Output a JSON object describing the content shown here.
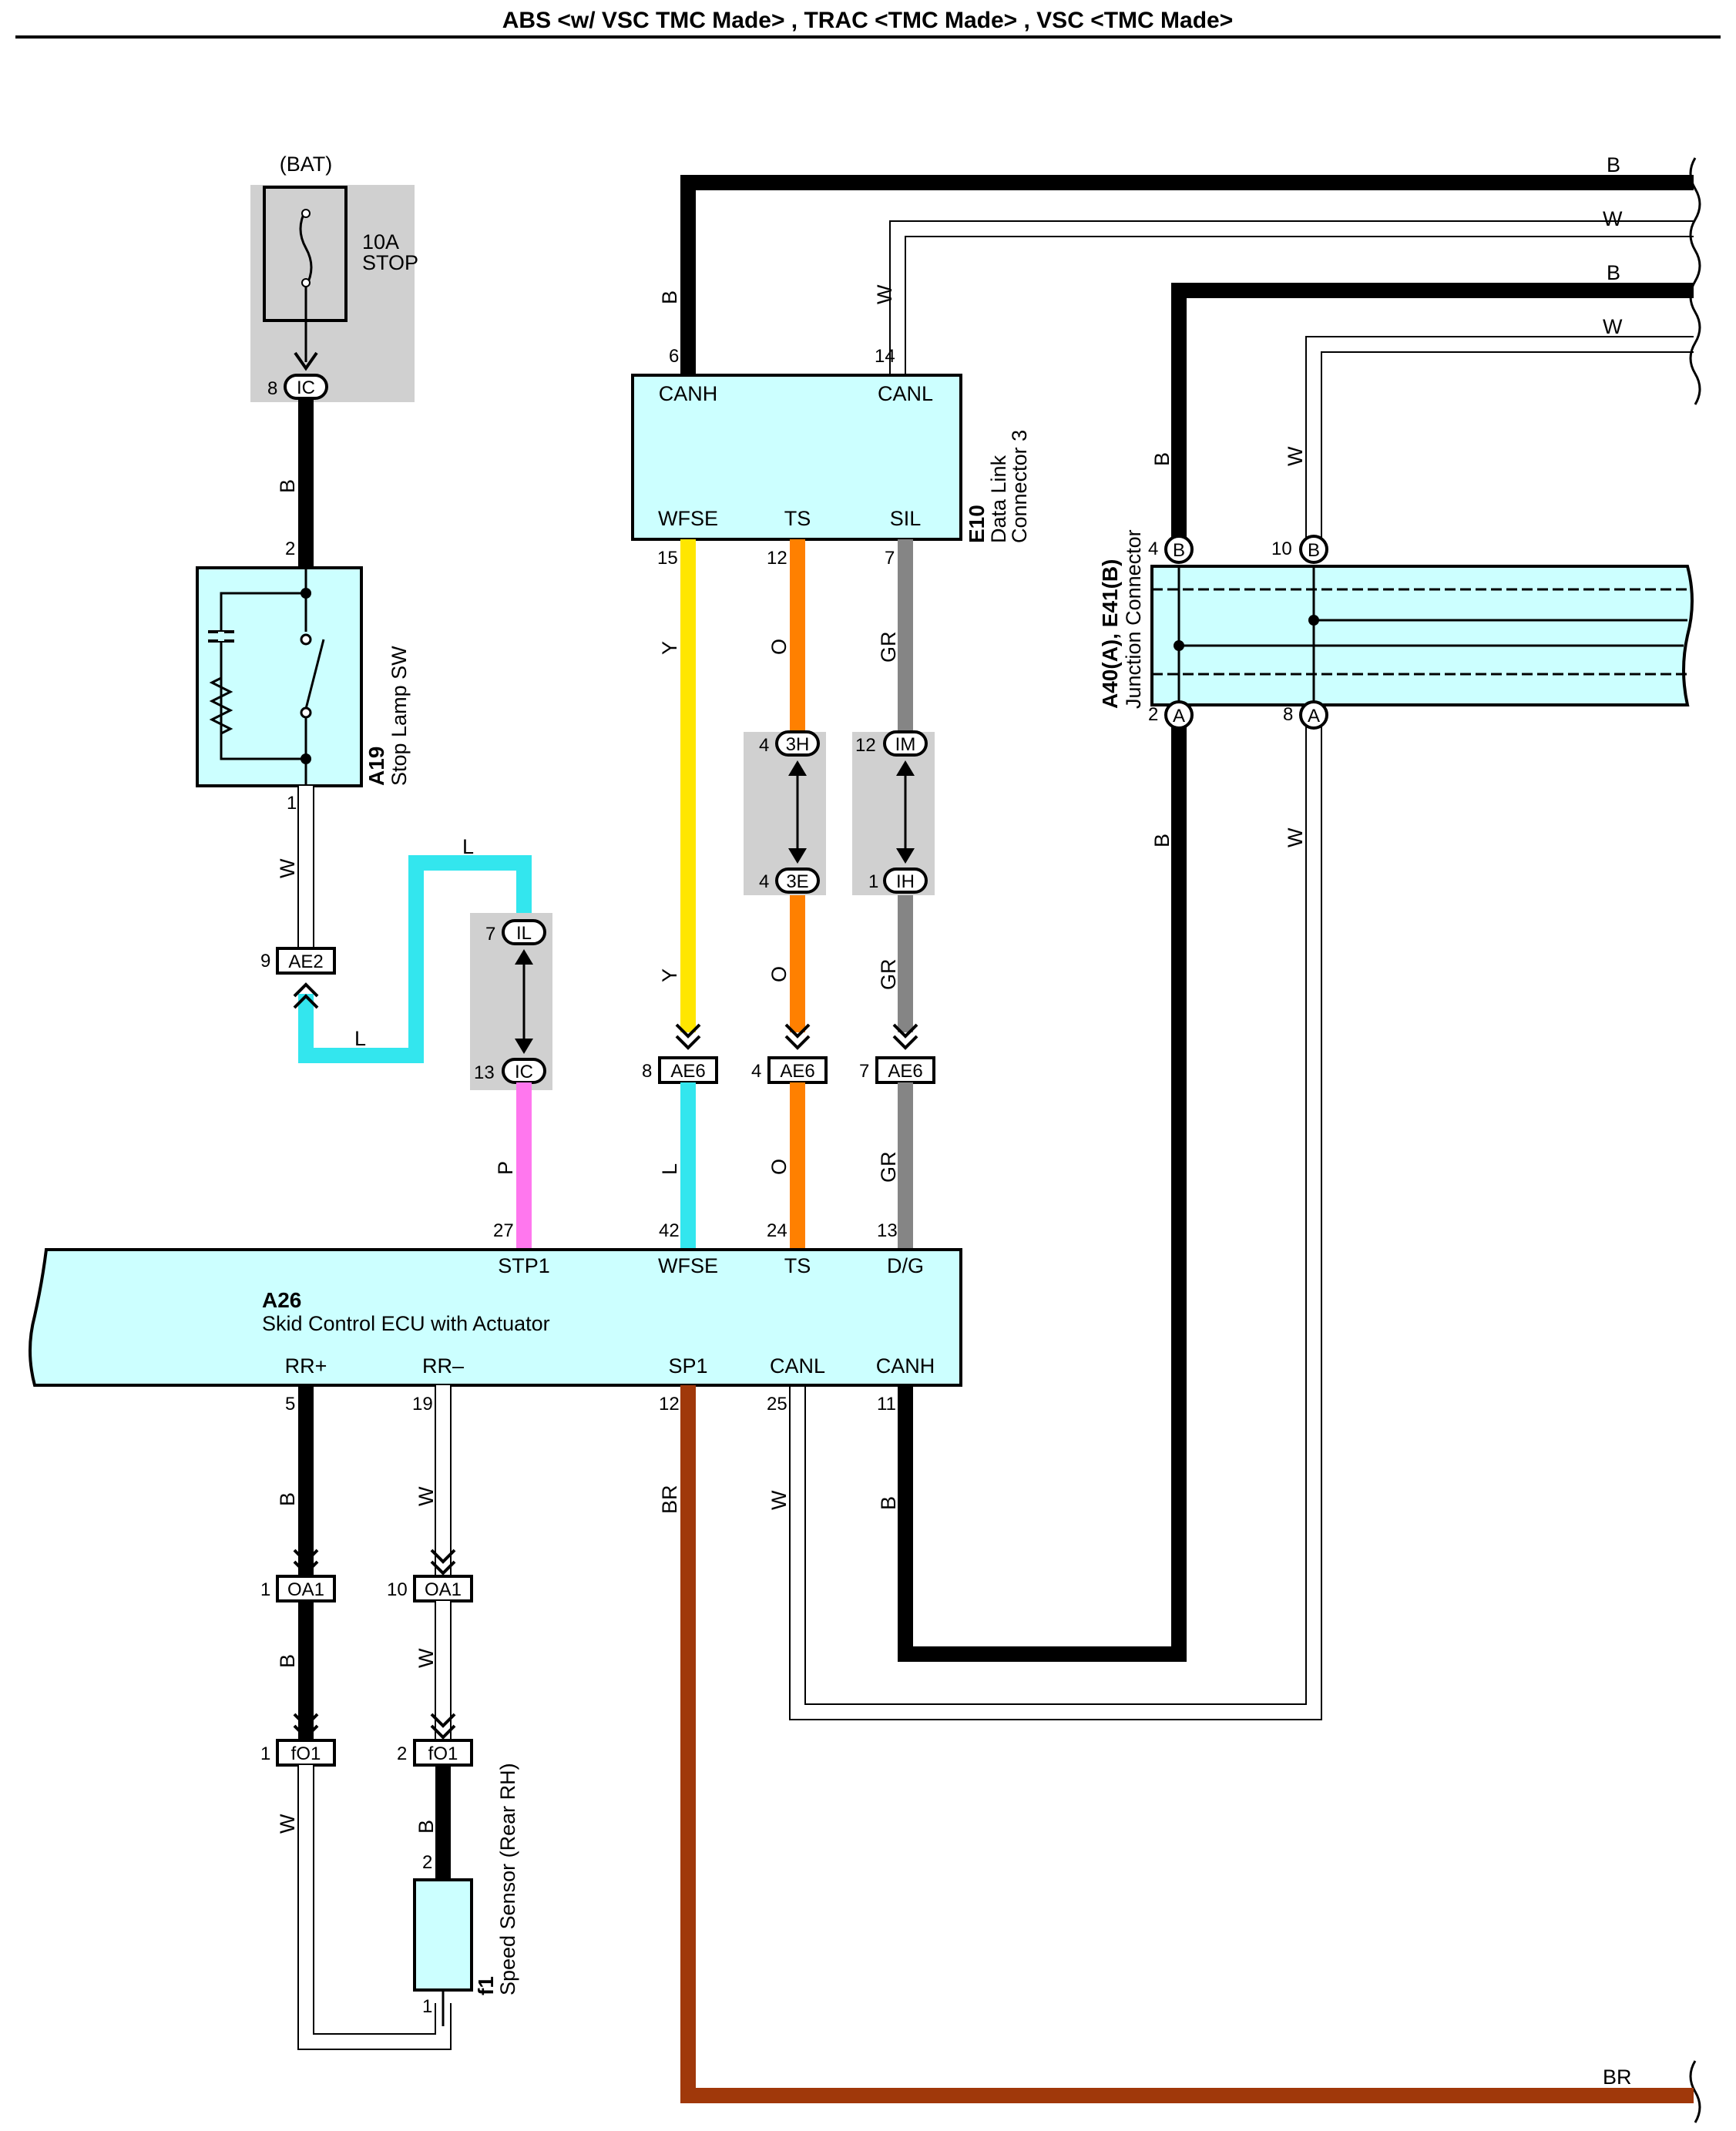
{
  "title": "ABS <w/ VSC TMC Made> , TRAC <TMC Made> , VSC <TMC Made>",
  "colors": {
    "black": "#000000",
    "white_wire": "#ffffff",
    "cyan_fill": "#ccffff",
    "gray_box": "#d0d0d0",
    "yellow": "#ffe600",
    "orange": "#ff8000",
    "gray_wire": "#858585",
    "cyan_wire": "#33e6ee",
    "pink": "#ff77ee",
    "brown": "#a0380a"
  },
  "components": {
    "fuse": {
      "source": "(BAT)",
      "rating": "10A",
      "name": "STOP",
      "pin": "8",
      "connector": "IC"
    },
    "stop_lamp_sw": {
      "id": "A19",
      "name": "Stop Lamp SW",
      "pin_top": "2",
      "pin_bottom": "1"
    },
    "dlc3": {
      "id": "E10",
      "name_line1": "Data Link",
      "name_line2": "Connector 3",
      "terms": [
        "CANH",
        "CANL",
        "WFSE",
        "TS",
        "SIL"
      ],
      "pins": {
        "canh": "6",
        "canl": "14",
        "wfse": "15",
        "ts": "12",
        "sil": "7"
      }
    },
    "junction": {
      "id": "A40(A), E41(B)",
      "name": "Junction Connector",
      "pins": {
        "b1": "4",
        "b2": "10",
        "a1": "2",
        "a2": "8"
      },
      "letters": {
        "b": "B",
        "a": "A"
      }
    },
    "ecu": {
      "id": "A26",
      "name": "Skid Control ECU with Actuator",
      "top_terms": [
        "STP1",
        "WFSE",
        "TS",
        "D/G"
      ],
      "top_pins": [
        "27",
        "42",
        "24",
        "13"
      ],
      "bottom_terms": [
        "RR+",
        "RR–",
        "SP1",
        "CANL",
        "CANH"
      ],
      "bottom_pins": [
        "5",
        "19",
        "12",
        "25",
        "11"
      ]
    },
    "speed_sensor": {
      "id": "f1",
      "name": "Speed Sensor (Rear RH)",
      "pin_top": "2",
      "pin_bottom": "1"
    }
  },
  "connectors": {
    "ae2": {
      "label": "AE2",
      "pin": "9"
    },
    "il": {
      "label": "IL",
      "pin": "7"
    },
    "ic2": {
      "label": "IC",
      "pin": "13"
    },
    "h3": {
      "label": "3H",
      "pin": "4"
    },
    "e3": {
      "label": "3E",
      "pin": "4"
    },
    "im": {
      "label": "IM",
      "pin": "12"
    },
    "ih": {
      "label": "IH",
      "pin": "1"
    },
    "ae6a": {
      "label": "AE6",
      "pin": "8"
    },
    "ae6b": {
      "label": "AE6",
      "pin": "4"
    },
    "ae6c": {
      "label": "AE6",
      "pin": "7"
    },
    "oa1a": {
      "label": "OA1",
      "pin": "1"
    },
    "oa1b": {
      "label": "OA1",
      "pin": "10"
    },
    "fo1a": {
      "label": "fO1",
      "pin": "1"
    },
    "fo1b": {
      "label": "fO1",
      "pin": "2"
    }
  },
  "wire_labels": {
    "b": "B",
    "w": "W",
    "l": "L",
    "y": "Y",
    "o": "O",
    "gr": "GR",
    "p": "P",
    "br": "BR"
  }
}
